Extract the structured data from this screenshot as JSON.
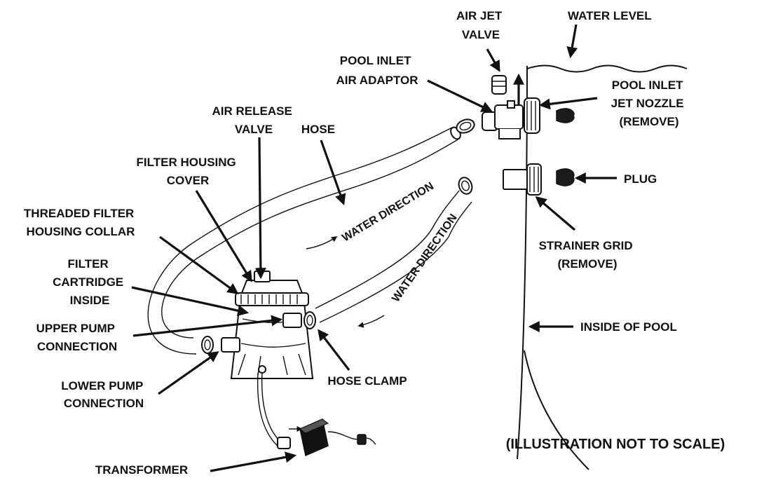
{
  "labels": {
    "air_jet_valve": [
      "AIR JET",
      "VALVE"
    ],
    "water_level": "WATER LEVEL",
    "pool_inlet_air_adaptor": [
      "POOL INLET",
      "AIR ADAPTOR"
    ],
    "pool_inlet_jet_nozzle": [
      "POOL INLET",
      "JET NOZZLE",
      "(REMOVE)"
    ],
    "air_release_valve": [
      "AIR RELEASE",
      "VALVE"
    ],
    "hose": "HOSE",
    "filter_housing_cover": [
      "FILTER HOUSING",
      "COVER"
    ],
    "plug": "PLUG",
    "threaded_filter_housing_collar": [
      "THREADED FILTER",
      "HOUSING COLLAR"
    ],
    "strainer_grid": [
      "STRAINER GRID",
      "(REMOVE)"
    ],
    "filter_cartridge_inside": [
      "FILTER",
      "CARTRIDGE",
      "INSIDE"
    ],
    "upper_pump_connection": [
      "UPPER PUMP",
      "CONNECTION"
    ],
    "inside_of_pool": "INSIDE OF POOL",
    "lower_pump_connection": [
      "LOWER PUMP",
      "CONNECTION"
    ],
    "hose_clamp": "HOSE CLAMP",
    "transformer": "TRANSFORMER",
    "water_direction_upper": "WATER DIRECTION",
    "water_direction_lower": "WATER DIRECTION"
  },
  "note": "(ILLUSTRATION NOT TO SCALE)"
}
